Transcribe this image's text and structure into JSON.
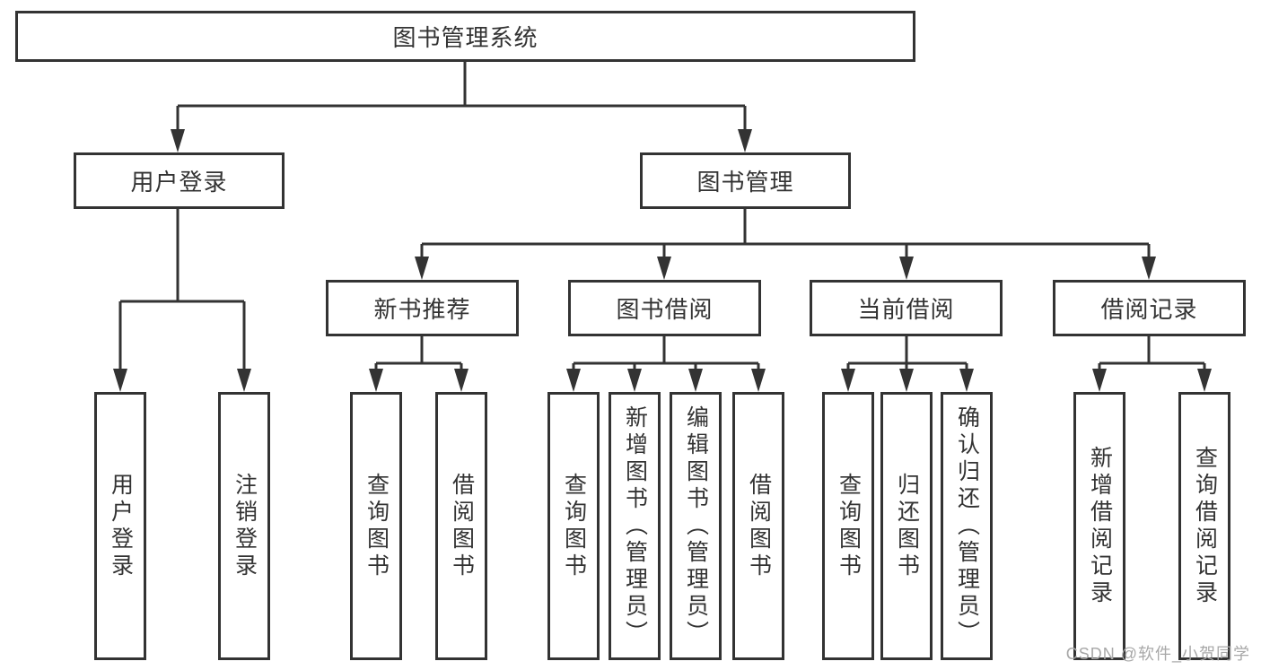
{
  "tree": {
    "label": "图书管理系统",
    "children": [
      {
        "label": "用户登录",
        "children": [
          {
            "label": "用户登录"
          },
          {
            "label": "注销登录"
          }
        ]
      },
      {
        "label": "图书管理",
        "children": [
          {
            "label": "新书推荐",
            "children": [
              {
                "label": "查询图书"
              },
              {
                "label": "借阅图书"
              }
            ]
          },
          {
            "label": "图书借阅",
            "children": [
              {
                "label": "查询图书"
              },
              {
                "label": "新增图书（管理员）"
              },
              {
                "label": "编辑图书（管理员）"
              },
              {
                "label": "借阅图书"
              }
            ]
          },
          {
            "label": "当前借阅",
            "children": [
              {
                "label": "查询图书"
              },
              {
                "label": "归还图书"
              },
              {
                "label": "确认归还（管理员）"
              }
            ]
          },
          {
            "label": "借阅记录",
            "children": [
              {
                "label": "新增借阅记录"
              },
              {
                "label": "查询借阅记录"
              }
            ]
          }
        ]
      }
    ]
  },
  "watermark": {
    "text": "CSDN @软件_小贺同学"
  },
  "colors": {
    "stroke": "#333333",
    "text": "#333333",
    "node_fill": "#ffffff",
    "background": "#ffffff",
    "watermark": "#a8a8a8"
  }
}
